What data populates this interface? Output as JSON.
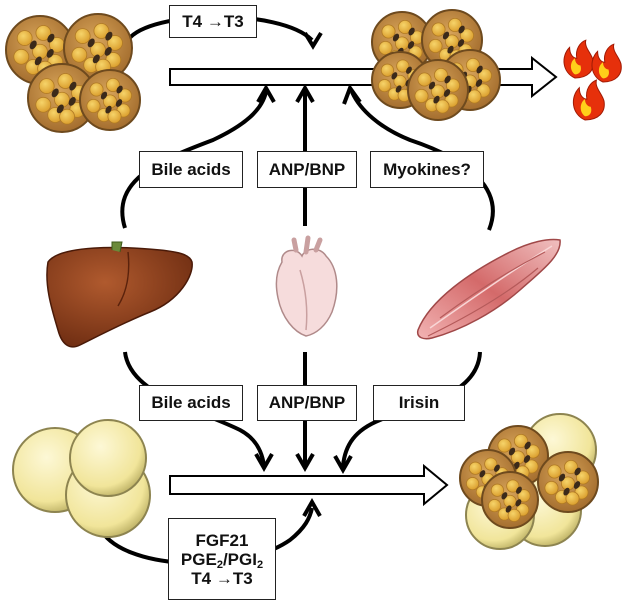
{
  "labels": {
    "top_conversion": "T4 →T3",
    "bile_acids_top": "Bile acids",
    "natriuretic_top": "ANP/BNP",
    "myokines": "Myokines?",
    "bile_acids_bottom": "Bile acids",
    "natriuretic_bottom": "ANP/BNP",
    "irisin": "Irisin",
    "fgf21": "FGF21",
    "pge_main": "PGE",
    "pge_sub": "2",
    "pgi_main": "/PGI",
    "pgi_sub": "2",
    "bottom_conversion": "T4 →T3"
  },
  "organs": [
    "brown-adipose-cluster",
    "liver",
    "heart",
    "skeletal-muscle",
    "white-adipose-cluster",
    "beige-adipose-cluster",
    "flames"
  ],
  "colors": {
    "brown_cell": "#c9924a",
    "brown_cell_edge": "#6e4a1e",
    "lipid_droplet": "#e9b843",
    "nucleus": "#3b2a1a",
    "white_cell": "#f3e9a8",
    "white_cell_edge": "#8d8450",
    "liver": "#8a3a1a",
    "heart": "#f3d6d6",
    "muscle": "#d97b7b",
    "flame_outer": "#e6300b",
    "flame_inner": "#ffcf1a"
  }
}
